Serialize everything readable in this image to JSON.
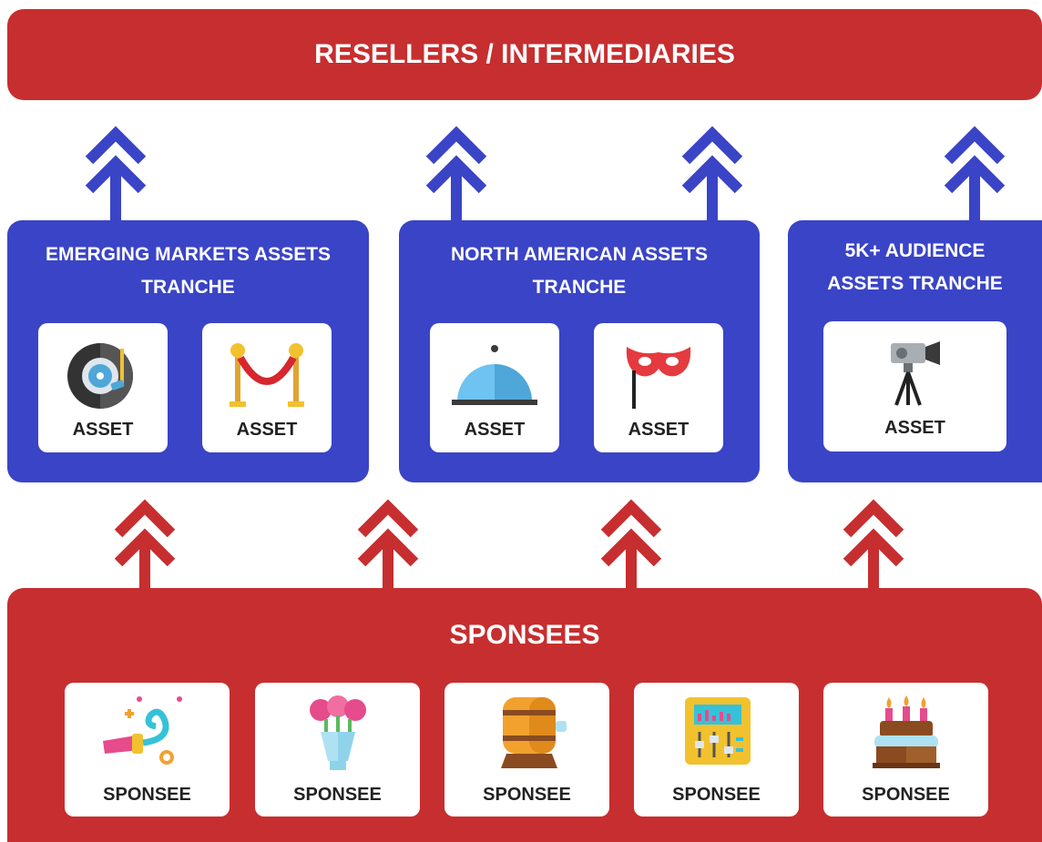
{
  "colors": {
    "red": "#c72e2f",
    "blue": "#3a44c6",
    "white": "#ffffff"
  },
  "resellers": {
    "label": "RESELLERS / INTERMEDIARIES"
  },
  "tranches": [
    {
      "title": "EMERGING MARKETS ASSETS\nTRANCHE",
      "assets": [
        {
          "label": "ASSET",
          "icon": "vinyl-record-player-icon"
        },
        {
          "label": "ASSET",
          "icon": "velvet-rope-stanchion-icon"
        }
      ]
    },
    {
      "title": "NORTH AMERICAN ASSETS\nTRANCHE",
      "assets": [
        {
          "label": "ASSET",
          "icon": "serving-cloche-icon"
        },
        {
          "label": "ASSET",
          "icon": "masquerade-mask-icon"
        }
      ]
    },
    {
      "title": "5K+ AUDIENCE\nASSETS TRANCHE",
      "assets": [
        {
          "label": "ASSET",
          "icon": "video-camera-tripod-icon"
        }
      ]
    }
  ],
  "sponsees": {
    "title": "SPONSEES",
    "items": [
      {
        "label": "SPONSEE",
        "icon": "party-horn-icon"
      },
      {
        "label": "SPONSEE",
        "icon": "flower-bouquet-icon"
      },
      {
        "label": "SPONSEE",
        "icon": "wooden-barrel-icon"
      },
      {
        "label": "SPONSEE",
        "icon": "mixing-console-icon"
      },
      {
        "label": "SPONSEE",
        "icon": "birthday-cake-icon"
      }
    ]
  }
}
